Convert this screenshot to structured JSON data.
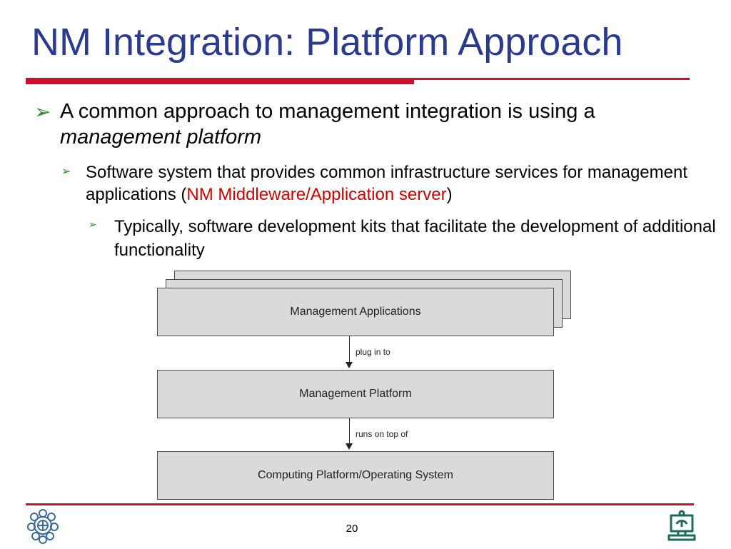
{
  "slide": {
    "title": "NM Integration: Platform Approach",
    "page_number": "20"
  },
  "bullets": {
    "level1": {
      "marker": "➢",
      "text": "A common approach to management integration is using a ",
      "emphasis": "management platform"
    },
    "level2": {
      "marker": "➢",
      "text": "Software system that provides common infrastructure services for management applications (",
      "highlight": "NM Middleware/Application server",
      "suffix": ")"
    },
    "level3": {
      "marker": "➢",
      "text": "Typically, software development kits that facilitate the development of additional functionality"
    }
  },
  "diagram": {
    "layers": {
      "top": "Management Applications",
      "middle": "Management Platform",
      "bottom": "Computing Platform/Operating System"
    },
    "connectors": {
      "upper": "plug in to",
      "lower": "runs on top of"
    }
  },
  "colors": {
    "title": "#2a3a8c",
    "rule": "#c8102e",
    "marker": "#2e8b2e",
    "highlight": "#cc0000",
    "box_fill": "#dadada",
    "logo_left": "#3a6a9a",
    "logo_right": "#1f6b5a"
  },
  "icons": {
    "logo_left": "university-seal-icon",
    "logo_right": "computer-workstation-icon"
  }
}
